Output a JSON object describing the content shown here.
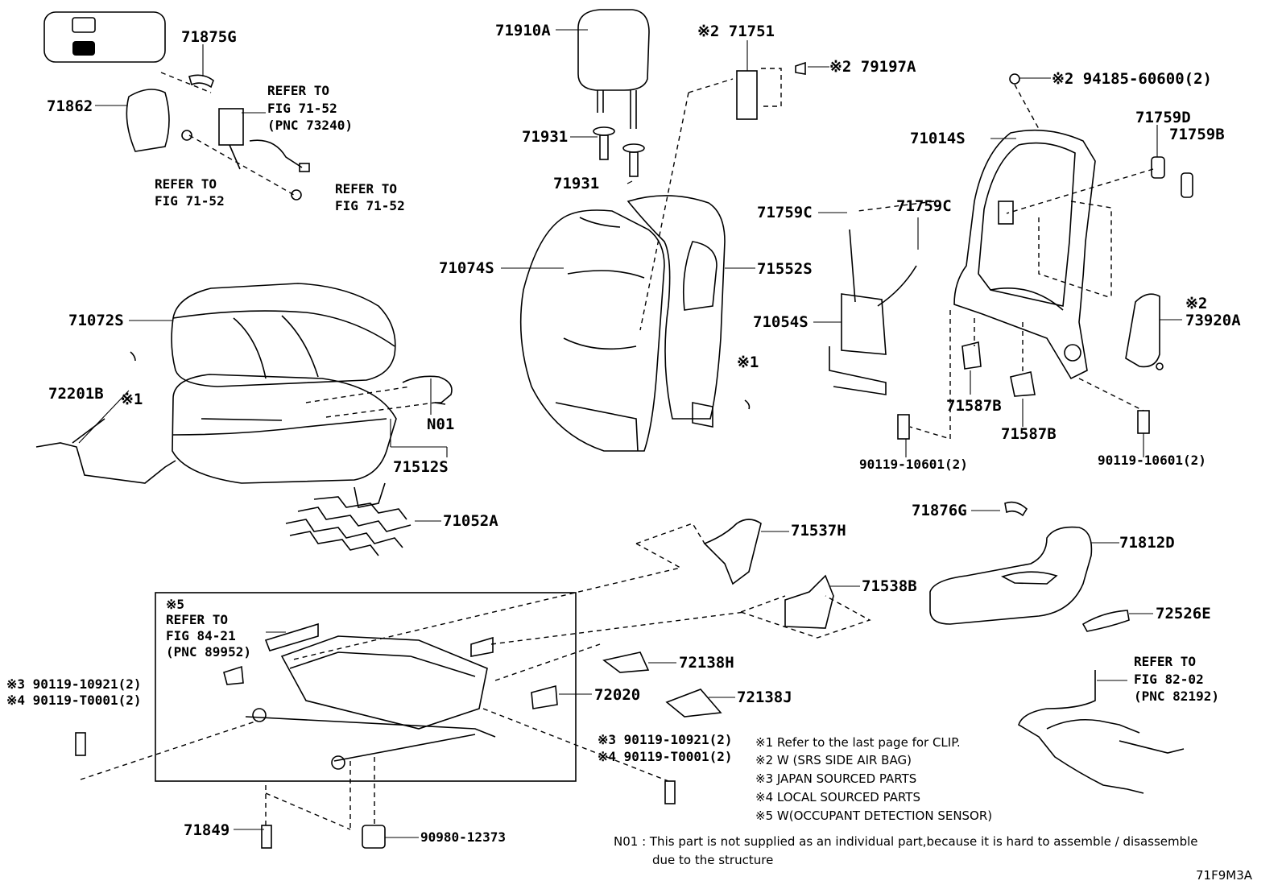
{
  "figure_code": "71F9M3A",
  "labels": {
    "p71910A": "71910A",
    "p71751": "※2 71751",
    "p79197A": "※2 79197A",
    "p94185": "※2 94185-60600(2)",
    "p71875G": "71875G",
    "p71862": "71862",
    "p71931a": "71931",
    "p71931b": "71931",
    "p71014S": "71014S",
    "p71759D": "71759D",
    "p71759B": "71759B",
    "p71759Ca": "71759C",
    "p71759Cb": "71759C",
    "p71074S": "71074S",
    "p71552S": "71552S",
    "p71072S": "71072S",
    "p71054S": "71054S",
    "p73920A": "73920A",
    "p73920A_mark": "※2",
    "p72201B": "72201B",
    "mark1a": "※1",
    "mark1b": "※1",
    "pN01": "N01",
    "p71512S": "71512S",
    "p71587Ba": "71587B",
    "p71587Bb": "71587B",
    "p90119_10601a": "90119-10601(2)",
    "p90119_10601b": "90119-10601(2)",
    "p71052A": "71052A",
    "p71876G": "71876G",
    "p71537H": "71537H",
    "p71812D": "71812D",
    "p71538B": "71538B",
    "p72526E": "72526E",
    "p72138H": "72138H",
    "p72138J": "72138J",
    "p72020": "72020",
    "p71849": "71849",
    "p90980": "90980-12373",
    "bolt_left_a": "※3 90119-10921(2)",
    "bolt_left_b": "※4 90119-T0001(2)",
    "bolt_mid_a": "※3 90119-10921(2)",
    "bolt_mid_b": "※4 90119-T0001(2)",
    "mark5": "※5"
  },
  "refs": {
    "belt_top": [
      "REFER TO",
      "FIG 71-52",
      "(PNC 73240)"
    ],
    "belt_left": [
      "REFER TO",
      "FIG 71-52"
    ],
    "belt_right": [
      "REFER TO",
      "FIG 71-52"
    ],
    "sensor": [
      "REFER TO",
      "FIG 84-21",
      "(PNC 89952)"
    ],
    "harness": [
      "REFER TO",
      "FIG 82-02",
      "(PNC 82192)"
    ]
  },
  "legend": [
    "※1  Refer to the last page for CLIP.",
    "※2  W (SRS SIDE AIR BAG)",
    "※3  JAPAN SOURCED PARTS",
    "※4  LOCAL SOURCED PARTS",
    "※5  W(OCCUPANT DETECTION SENSOR)"
  ],
  "note": {
    "line1": "N01 : This part is not supplied as an individual part,because it is hard to assemble / disassemble",
    "line2": "due to the structure"
  }
}
